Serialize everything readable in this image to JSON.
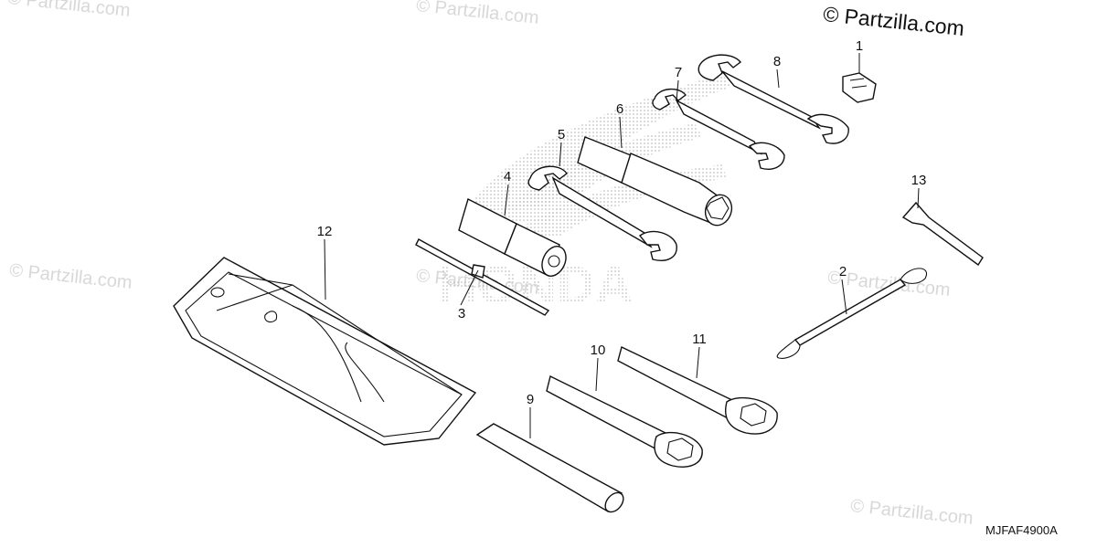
{
  "watermarks": [
    "© Partzilla.com",
    "© Partzilla.com",
    "© Partzilla.com",
    "© Partzilla.com",
    "© Partzilla.com",
    "© Partzilla.com"
  ],
  "copyright": "© Partzilla.com",
  "diagram_code": "MJFAF4900A",
  "brand_mark_text": "HONDA",
  "callouts": [
    {
      "id": "c1",
      "label": "1"
    },
    {
      "id": "c2",
      "label": "2"
    },
    {
      "id": "c3",
      "label": "3"
    },
    {
      "id": "c4",
      "label": "4"
    },
    {
      "id": "c5",
      "label": "5"
    },
    {
      "id": "c6",
      "label": "6"
    },
    {
      "id": "c7",
      "label": "7"
    },
    {
      "id": "c8",
      "label": "8"
    },
    {
      "id": "c9",
      "label": "9"
    },
    {
      "id": "c10",
      "label": "10"
    },
    {
      "id": "c11",
      "label": "11"
    },
    {
      "id": "c12",
      "label": "12"
    },
    {
      "id": "c13",
      "label": "13"
    }
  ],
  "colors": {
    "line": "#111111",
    "background": "#ffffff",
    "watermark": "#d8d8d8",
    "logo_dots": "#b0b0b0"
  }
}
